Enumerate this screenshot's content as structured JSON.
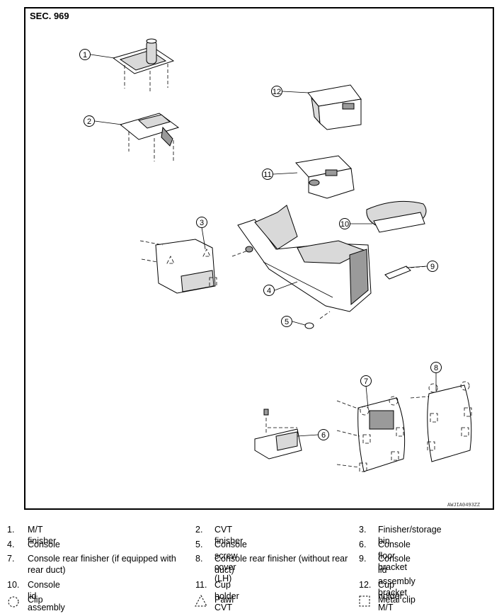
{
  "section_label": "SEC. 969",
  "reference_code": "AWJIA0493ZZ",
  "callouts": [
    "1",
    "2",
    "3",
    "4",
    "5",
    "6",
    "7",
    "8",
    "9",
    "10",
    "11",
    "12"
  ],
  "legend": {
    "items": [
      {
        "num": "1.",
        "text": "M/T finisher"
      },
      {
        "num": "2.",
        "text": "CVT finisher"
      },
      {
        "num": "3.",
        "text": "Finisher/storage bin"
      },
      {
        "num": "4.",
        "text": "Console"
      },
      {
        "num": "5.",
        "text": "Console screw cover (LH)"
      },
      {
        "num": "6.",
        "text": "Console floor bracket"
      },
      {
        "num": "7.",
        "text": "Console rear finisher (if equipped with rear duct)"
      },
      {
        "num": "8.",
        "text": "Console rear finisher (without rear duct)"
      },
      {
        "num": "9.",
        "text": "Console lid assembly bracket"
      },
      {
        "num": "10.",
        "text": "Console lid assembly"
      },
      {
        "num": "11.",
        "text": "Cup holder CVT"
      },
      {
        "num": "12.",
        "text": "Cup holder M/T"
      }
    ],
    "symbols": [
      {
        "icon": "clip-icon",
        "text": "Clip"
      },
      {
        "icon": "pawl-icon",
        "text": "Pawl"
      },
      {
        "icon": "metal-clip-icon",
        "text": "Metal clip"
      }
    ]
  }
}
